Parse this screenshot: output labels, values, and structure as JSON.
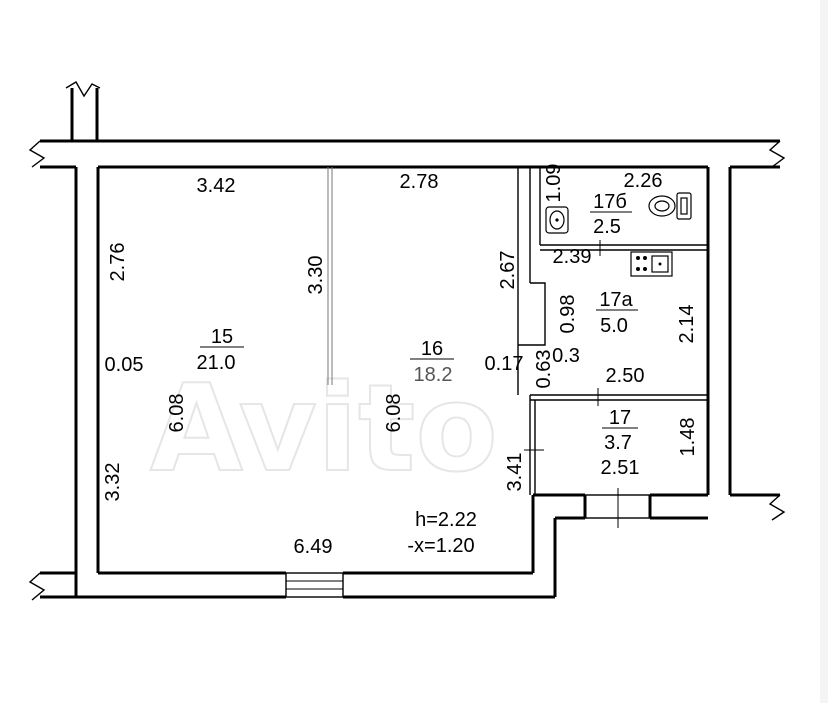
{
  "watermark": "Avito",
  "rooms": [
    {
      "id": "room-15",
      "number": "15",
      "area": "21.0"
    },
    {
      "id": "room-16",
      "number": "16",
      "area": "18.2"
    },
    {
      "id": "room-17b",
      "number": "17б",
      "area": "2.5"
    },
    {
      "id": "room-17a",
      "number": "17а",
      "area": "5.0"
    },
    {
      "id": "room-17",
      "number": "17",
      "area": "3.7"
    }
  ],
  "dimensions": {
    "top_left_width": "3.42",
    "top_mid_width": "2.78",
    "bath_width": "2.26",
    "bath_height": "1.09",
    "left_upper": "2.76",
    "partition_height": "3.30",
    "corridor_upper": "2.67",
    "left_offset": "0.05",
    "left_room_depth": "6.08",
    "mid_room_depth": "6.08",
    "left_lower": "3.32",
    "kitchen_width": "2.39",
    "kitchen_small": "0.98",
    "kitchen_height": "2.14",
    "niche_width": "0.17",
    "niche_a": "0.63",
    "niche_b": "0.3",
    "hall_width_top": "2.50",
    "hall_height": "1.48",
    "hall_left": "3.41",
    "hall_width_bottom": "2.51",
    "bottom_width": "6.49"
  },
  "notes": {
    "ceiling": "h=2.22",
    "mark": "-x=1.20"
  }
}
